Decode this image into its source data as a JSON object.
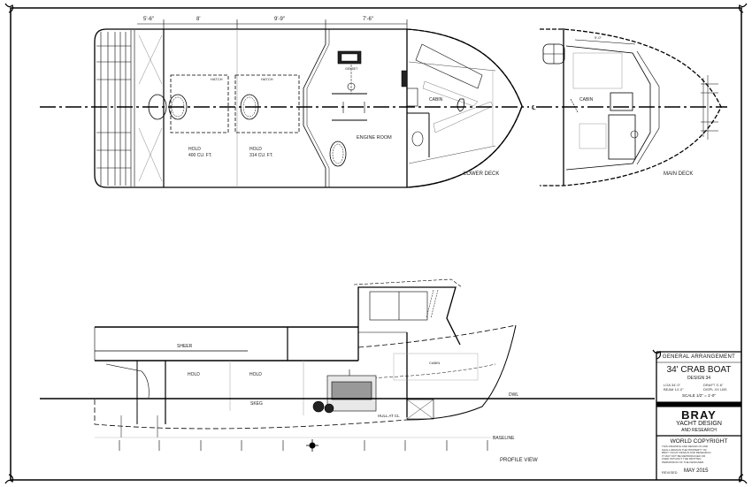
{
  "drawing": {
    "dimensions_top": [
      "5'-6\"",
      "8'",
      "9'-9\"",
      "7'-6\""
    ],
    "lower_deck": {
      "view_label": "LOWER DECK",
      "engine_label": "ENGINE ROOM",
      "engine_sub": "GENSET",
      "hatch_label": "HATCH",
      "holds": [
        {
          "label": "HOLD",
          "capacity": "400 CU. FT."
        },
        {
          "label": "HOLD",
          "capacity": "314 CU. FT."
        }
      ],
      "cabin_label": "CABIN"
    },
    "main_deck": {
      "view_label": "MAIN DECK",
      "cabin_label": "CABIN",
      "dim_label": "9'-0\""
    },
    "profile": {
      "view_label": "PROFILE VIEW",
      "sheer_label": "SHEER",
      "hold_labels": [
        "HOLD",
        "HOLD"
      ],
      "dwl_label": "DWL",
      "baseline_label": "BASELINE",
      "hull_label": "HULL AT CL",
      "cabin_label": "CABIN",
      "skeg_label": "SKEG"
    }
  },
  "title_block": {
    "sheet_title": "GENERAL ARRANGEMENT",
    "boat_name": "34' CRAB BOAT",
    "design_no": "DESIGN 34",
    "specs_left": [
      "LOA  34'-0\"",
      "BEAM  14'-0\""
    ],
    "specs_right": [
      "DRAFT  3'-6\"",
      "DISPL  XX LBS"
    ],
    "scale": "SCALE 1/2\" = 1'-0\"",
    "firm_name": "BRAY",
    "firm_line2": "YACHT DESIGN",
    "firm_line3": "AND RESEARCH",
    "copyright_title": "WORLD COPYRIGHT",
    "copyright_text": [
      "THIS DRAWING AND DESIGN IS AND",
      "SHALL REMAIN THE PROPERTY OF",
      "BRAY YACHT DESIGN AND RESEARCH.",
      "IT MAY NOT BE REPRODUCED OR",
      "USED WITHOUT THE WRITTEN",
      "PERMISSION OF THE DESIGNER."
    ],
    "revised_label": "REVISED",
    "revised_date": "MAY 2015"
  }
}
